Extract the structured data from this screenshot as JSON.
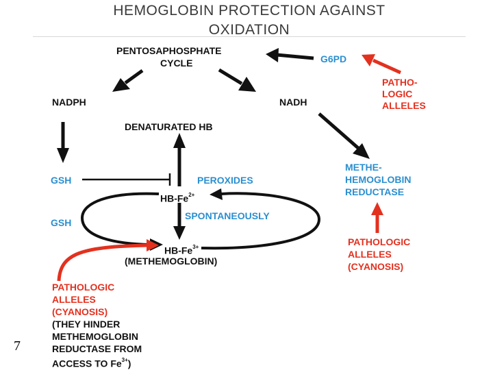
{
  "title": {
    "line1": "HEMOGLOBIN PROTECTION AGAINST",
    "line2": "OXIDATION"
  },
  "nodes": {
    "pentosa_line1": "PENTOSAPHOSPHATE",
    "pentosa_line2": "CYCLE",
    "g6pd": "G6PD",
    "patho1_l1": "PATHO-",
    "patho1_l2": "LOGIC",
    "patho1_l3": "ALLELES",
    "nadph": "NADPH",
    "nadh": "NADH",
    "denaturated": "DENATURATED HB",
    "gsh_top": "GSH",
    "gsh_bottom": "GSH",
    "peroxides": "PEROXIDES",
    "hb_fe2": "HB-Fe",
    "hb_fe2_sup": "2+",
    "spontaneously": "SPONTANEOUSLY",
    "hb_fe3": "HB-Fe",
    "hb_fe3_sup": "3+",
    "methemoglobin": "(METHEMOGLOBIN)",
    "reductase_l1": "METHE-",
    "reductase_l2": "HEMOGLOBIN",
    "reductase_l3": "REDUCTASE",
    "patho2_l1": "PATHOLOGIC",
    "patho2_l2": "ALLELES",
    "patho2_l3": "(CYANOSIS)",
    "patho3_l1": "PATHOLOGIC",
    "patho3_l2": "ALLELES",
    "patho3_l3": "(CYANOSIS)",
    "patho3_l4": "(THEY HINDER",
    "patho3_l5": "METHEMOGLOBIN",
    "patho3_l6": "REDUCTASE FROM",
    "patho3_l7": "ACCESS TO Fe",
    "patho3_l7_sup": "3+",
    "patho3_l7_end": ")"
  },
  "page_number": "7",
  "colors": {
    "black": "#111111",
    "blue": "#2a8fd0",
    "red": "#e3311f"
  }
}
